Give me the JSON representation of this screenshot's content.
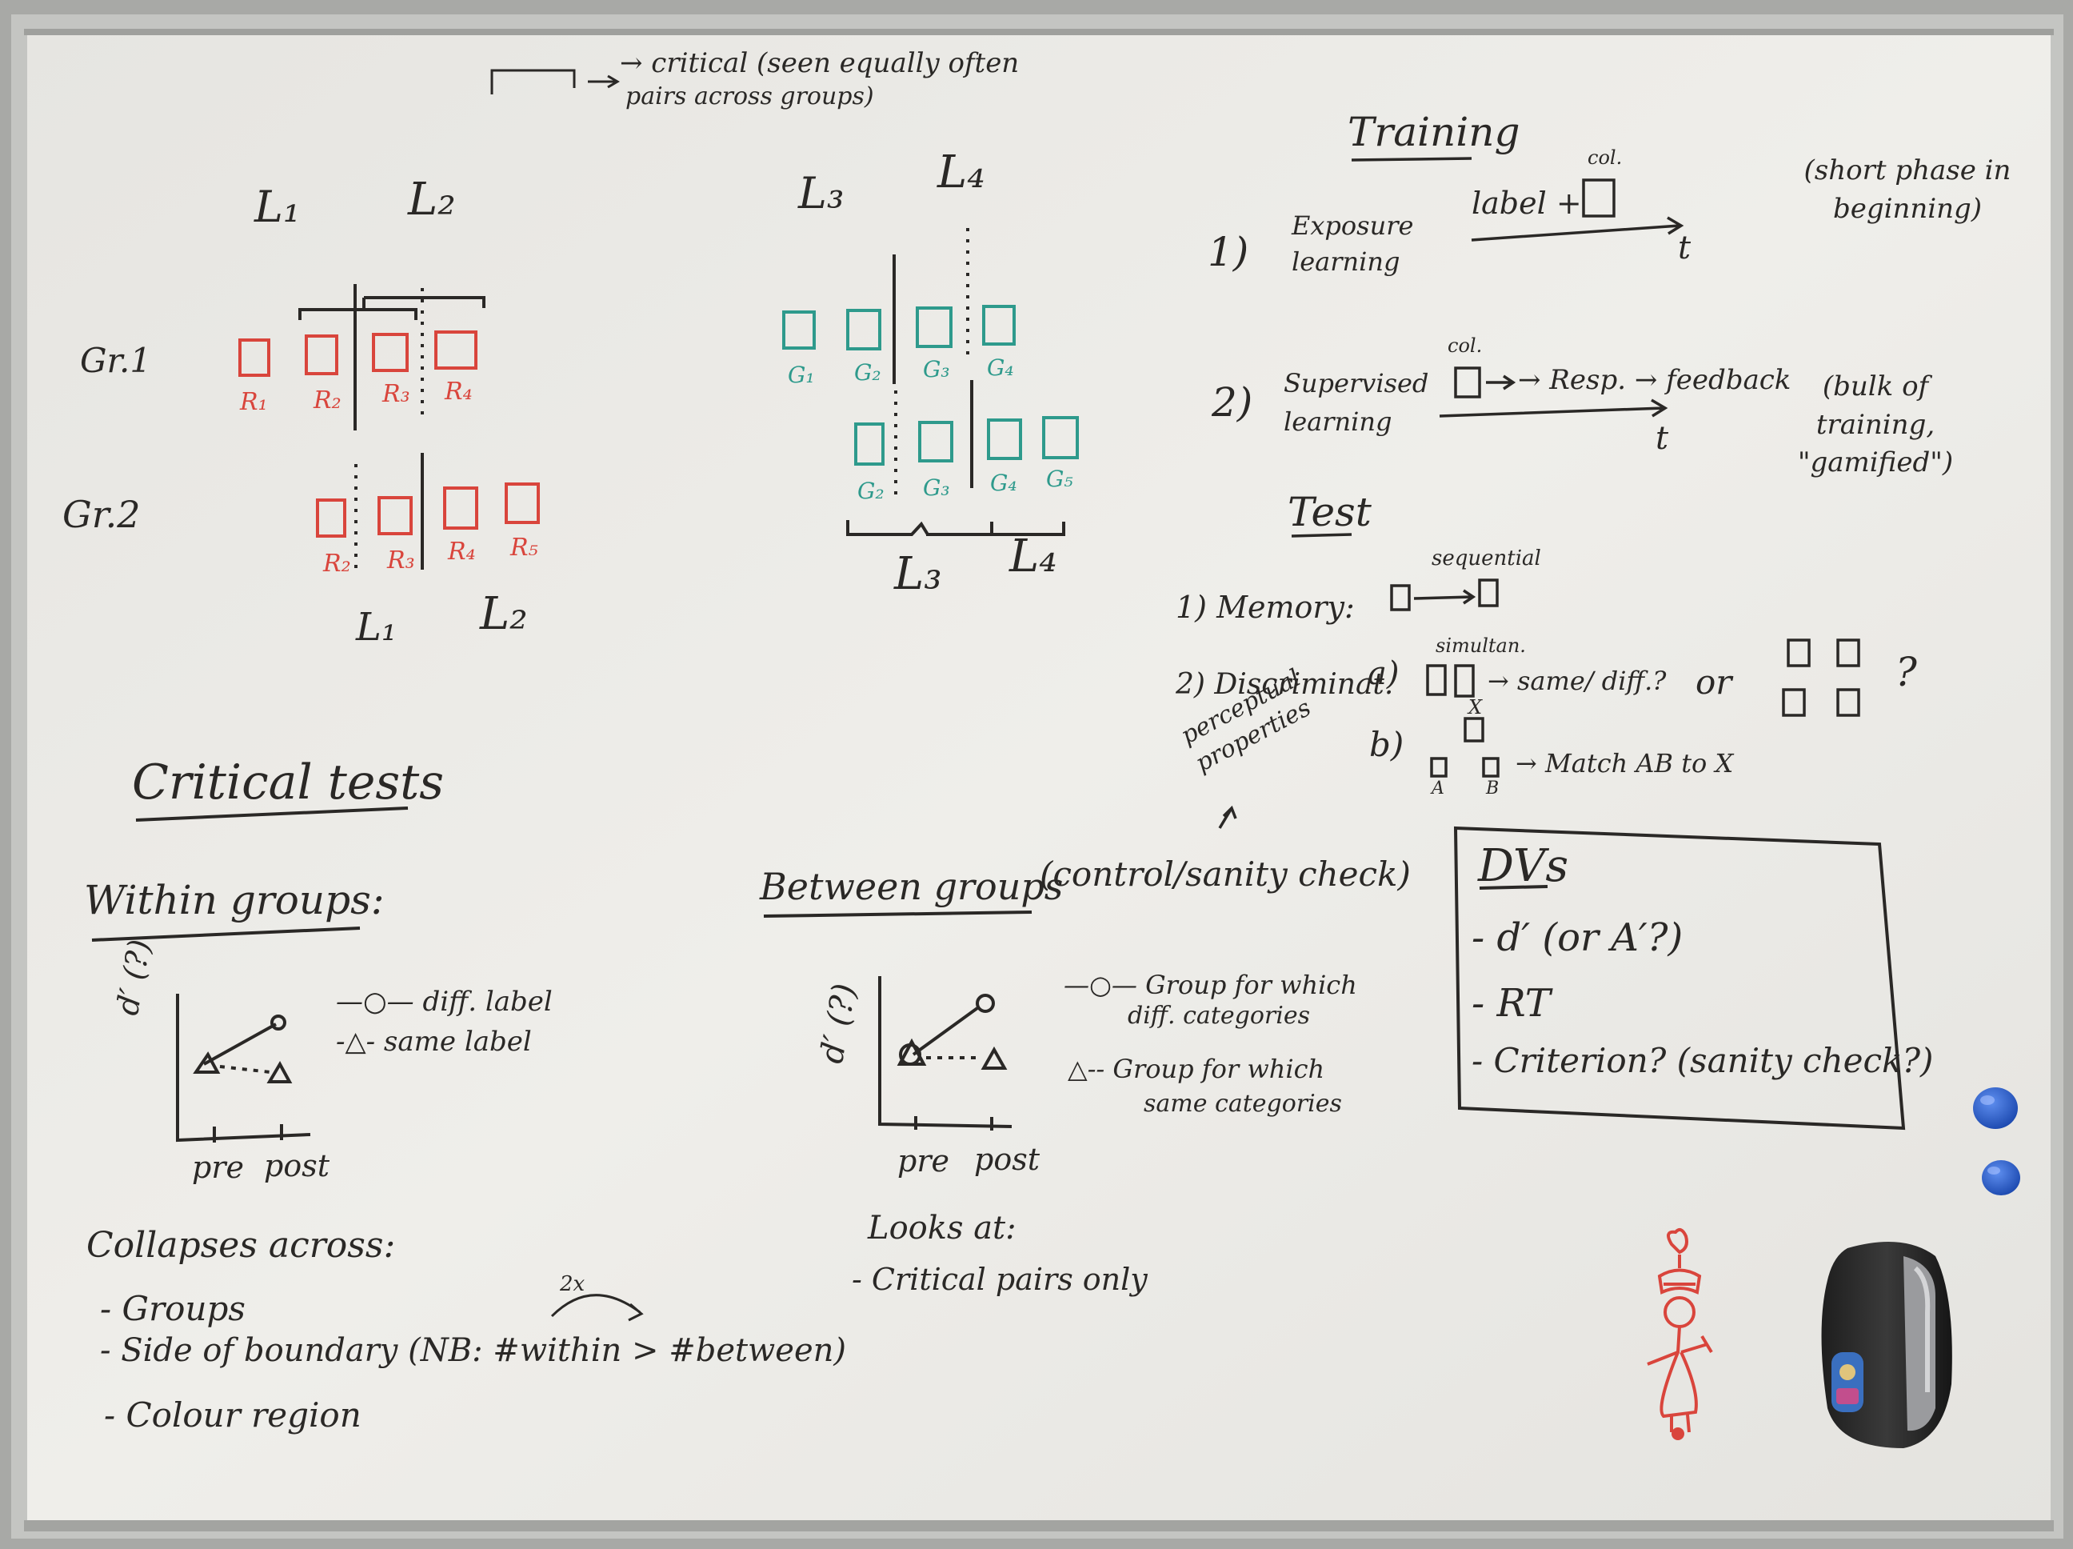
{
  "colors": {
    "board": "#ecebe7",
    "frame": "#b9bab7",
    "ink_black": "#2a2826",
    "ink_red": "#d9453c",
    "ink_teal": "#2e9a8c",
    "magnet_blue": "#1f57c9",
    "eraser": "#2b2b2b"
  },
  "icons": [
    "blue-magnet-icon",
    "whiteboard-eraser-icon",
    "stick-figure-doodle"
  ],
  "top_note": {
    "line1": "→ critical (seen equally often",
    "line2": "pairs   across groups)"
  },
  "left_diagram": {
    "top_labels": [
      "L₁",
      "L₂"
    ],
    "bottom_labels": [
      "L₁",
      "L₂"
    ],
    "group_labels": [
      "Gr.1",
      "Gr.2"
    ],
    "row1": [
      "R₁",
      "R₂",
      "R₃",
      "R₄"
    ],
    "row2": [
      "R₂",
      "R₃",
      "R₄",
      "R₅"
    ]
  },
  "middle_diagram": {
    "top_labels": [
      "L₃",
      "L₄"
    ],
    "bottom_labels": [
      "L₃",
      "L₄"
    ],
    "row1": [
      "G₁",
      "G₂",
      "G₃",
      "G₄"
    ],
    "row2": [
      "G₂",
      "G₃",
      "G₄",
      "G₅"
    ]
  },
  "training": {
    "heading": "Training",
    "item1_num": "1)",
    "item1_name": "Exposure learning",
    "item1_flow": "label +",
    "item1_col": "col.",
    "item1_t": "t",
    "item1_note": "(short phase in beginning)",
    "item2_num": "2)",
    "item2_name": "Supervised learning",
    "item2_col": "col.",
    "item2_flow": "→ Resp. → feedback",
    "item2_t": "t",
    "item2_note": "(bulk of training, \"gamified\")"
  },
  "test": {
    "heading": "Test",
    "memory": "1) Memory:",
    "memory_note": "sequential",
    "discrim": "2) Discriminat.",
    "a_label": "a)",
    "a_note": "simultan.",
    "a_result": "→ same/ diff.?",
    "or": "or",
    "q": "?",
    "b_label": "b)",
    "b_result": "→ Match AB to X",
    "b_A": "A",
    "b_B": "B",
    "b_X": "X",
    "perceptual": "perceptual properties"
  },
  "dvs": {
    "title": "DVs",
    "items": [
      "- d′ (or A′?)",
      "- RT",
      "- Criterion? (sanity check?)"
    ]
  },
  "critical_tests": {
    "heading": "Critical tests",
    "within_heading": "Within groups:",
    "within_ylabel": "d′ (?)",
    "within_legend": [
      "—○— diff. label",
      "-△- same label"
    ],
    "within_x": [
      "pre",
      "post"
    ],
    "between_heading": "Between groups",
    "between_note": "(control/sanity check)",
    "between_ylabel": "d′ (?)",
    "between_legend1": [
      "—○— Group for which",
      "diff. categories"
    ],
    "between_legend2": [
      "△-- Group for which",
      "same categories"
    ],
    "between_x": [
      "pre",
      "post"
    ],
    "looks_at": "Looks at:",
    "looks_item": "- Critical pairs only",
    "collapses": "Collapses across:",
    "collapse_items": [
      "- Groups",
      "- Side of boundary (NB: #within > #between)",
      "- Colour region"
    ],
    "two_x": "2x"
  }
}
